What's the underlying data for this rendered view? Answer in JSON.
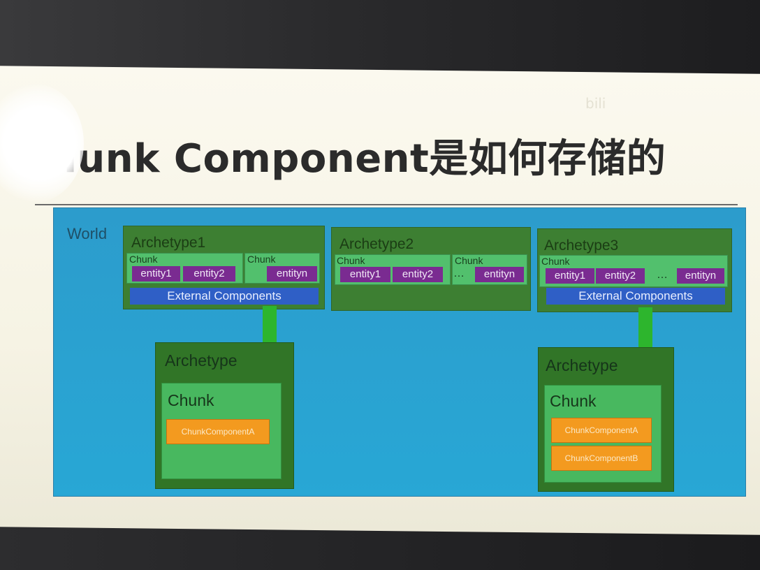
{
  "slide": {
    "title": "hunk Component是如何存储的",
    "watermark": "bili"
  },
  "diagram": {
    "world_label": "World",
    "archetypes": [
      {
        "title": "Archetype1",
        "chunks": [
          {
            "label": "Chunk",
            "entities": [
              "entity1",
              "entity2"
            ]
          },
          {
            "label": "Chunk",
            "entities": [
              "entityn"
            ]
          }
        ],
        "dots": "…",
        "external": "External Components"
      },
      {
        "title": "Archetype2",
        "chunks": [
          {
            "label": "Chunk",
            "entities": [
              "entity1",
              "entity2"
            ]
          },
          {
            "label": "Chunk",
            "entities": [
              "entityn"
            ]
          }
        ],
        "dots": "…"
      },
      {
        "title": "Archetype3",
        "chunks": [
          {
            "label": "Chunk",
            "entities": [
              "entity1",
              "entity2"
            ]
          }
        ],
        "dots": "…",
        "entity_extra": "entityn",
        "external": "External Components"
      }
    ],
    "external_archetypes": [
      {
        "title": "Archetype",
        "chunk": "Chunk",
        "components": [
          "ChunkComponentA"
        ]
      },
      {
        "title": "Archetype",
        "chunk": "Chunk",
        "components": [
          "ChunkComponentA",
          "ChunkComponentB"
        ]
      }
    ]
  },
  "colors": {
    "world_bg": "#2aa2d1",
    "archetype": "#3d7f32",
    "chunk": "#52c06d",
    "entity": "#7a2b91",
    "external": "#2f5fc6",
    "component": "#f39a1f",
    "arrow": "#2db52d"
  }
}
